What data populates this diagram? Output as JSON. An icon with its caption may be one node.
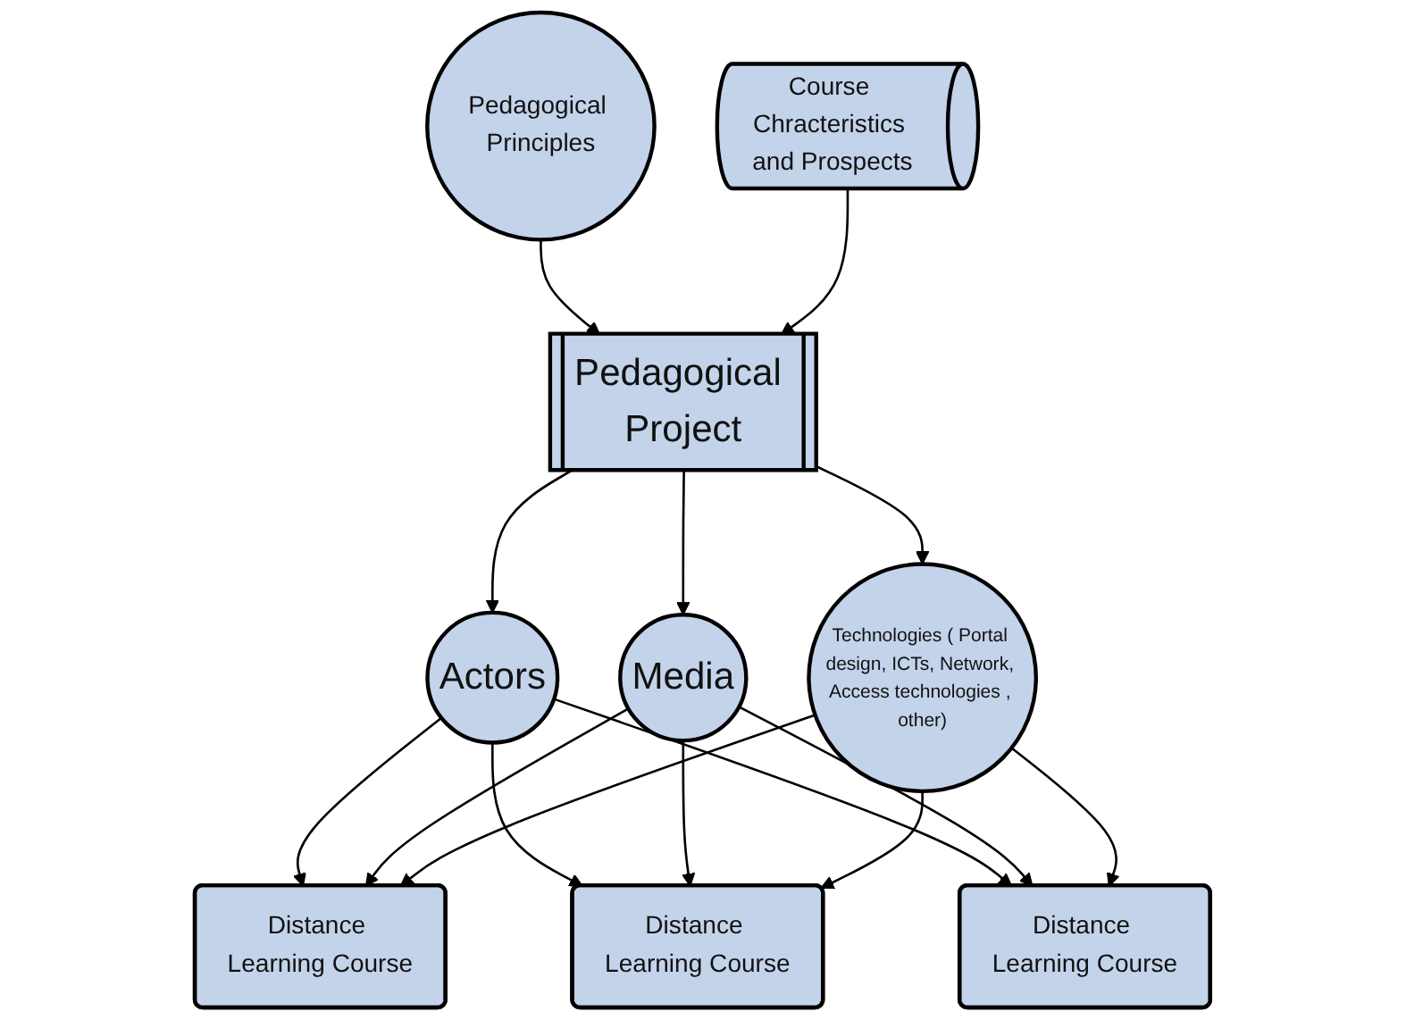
{
  "diagram": {
    "nodes": [
      {
        "text": [
          "Pedagogical Principles"
        ]
      },
      {
        "text": [
          "Pedagogical Project"
        ]
      },
      {
        "text": [
          "Course Chracteristics and Prospects"
        ]
      },
      {
        "text": [
          "Actors"
        ]
      },
      {
        "text": [
          "Media"
        ]
      },
      {
        "text": [
          "Technologies ( Portal design, ICTs, Network, Access technologies , other)"
        ]
      },
      {
        "text": [
          "Distance Learning Course"
        ]
      },
      {
        "text": [
          "Distance Learning Course"
        ]
      },
      {
        "text": [
          "Distance Learning Course"
        ]
      }
    ],
    "edges": [
      {
        "from": 0,
        "to": 1,
        "arrow": "to"
      },
      {
        "from": 2,
        "to": 1,
        "arrow": "to"
      },
      {
        "from": 1,
        "to": 3,
        "arrow": "to"
      },
      {
        "from": 1,
        "to": 4,
        "arrow": "to"
      },
      {
        "from": 1,
        "to": 5,
        "arrow": "to"
      },
      {
        "from": 3,
        "to": 6,
        "arrow": "to"
      },
      {
        "from": 3,
        "to": 7,
        "arrow": "to"
      },
      {
        "from": 3,
        "to": 8,
        "arrow": "to"
      },
      {
        "from": 4,
        "to": 6,
        "arrow": "to"
      },
      {
        "from": 4,
        "to": 7,
        "arrow": "to"
      },
      {
        "from": 4,
        "to": 8,
        "arrow": "to"
      },
      {
        "from": 5,
        "to": 6,
        "arrow": "to"
      },
      {
        "from": 5,
        "to": 7,
        "arrow": "to"
      },
      {
        "from": 5,
        "to": 8,
        "arrow": "to"
      }
    ]
  }
}
